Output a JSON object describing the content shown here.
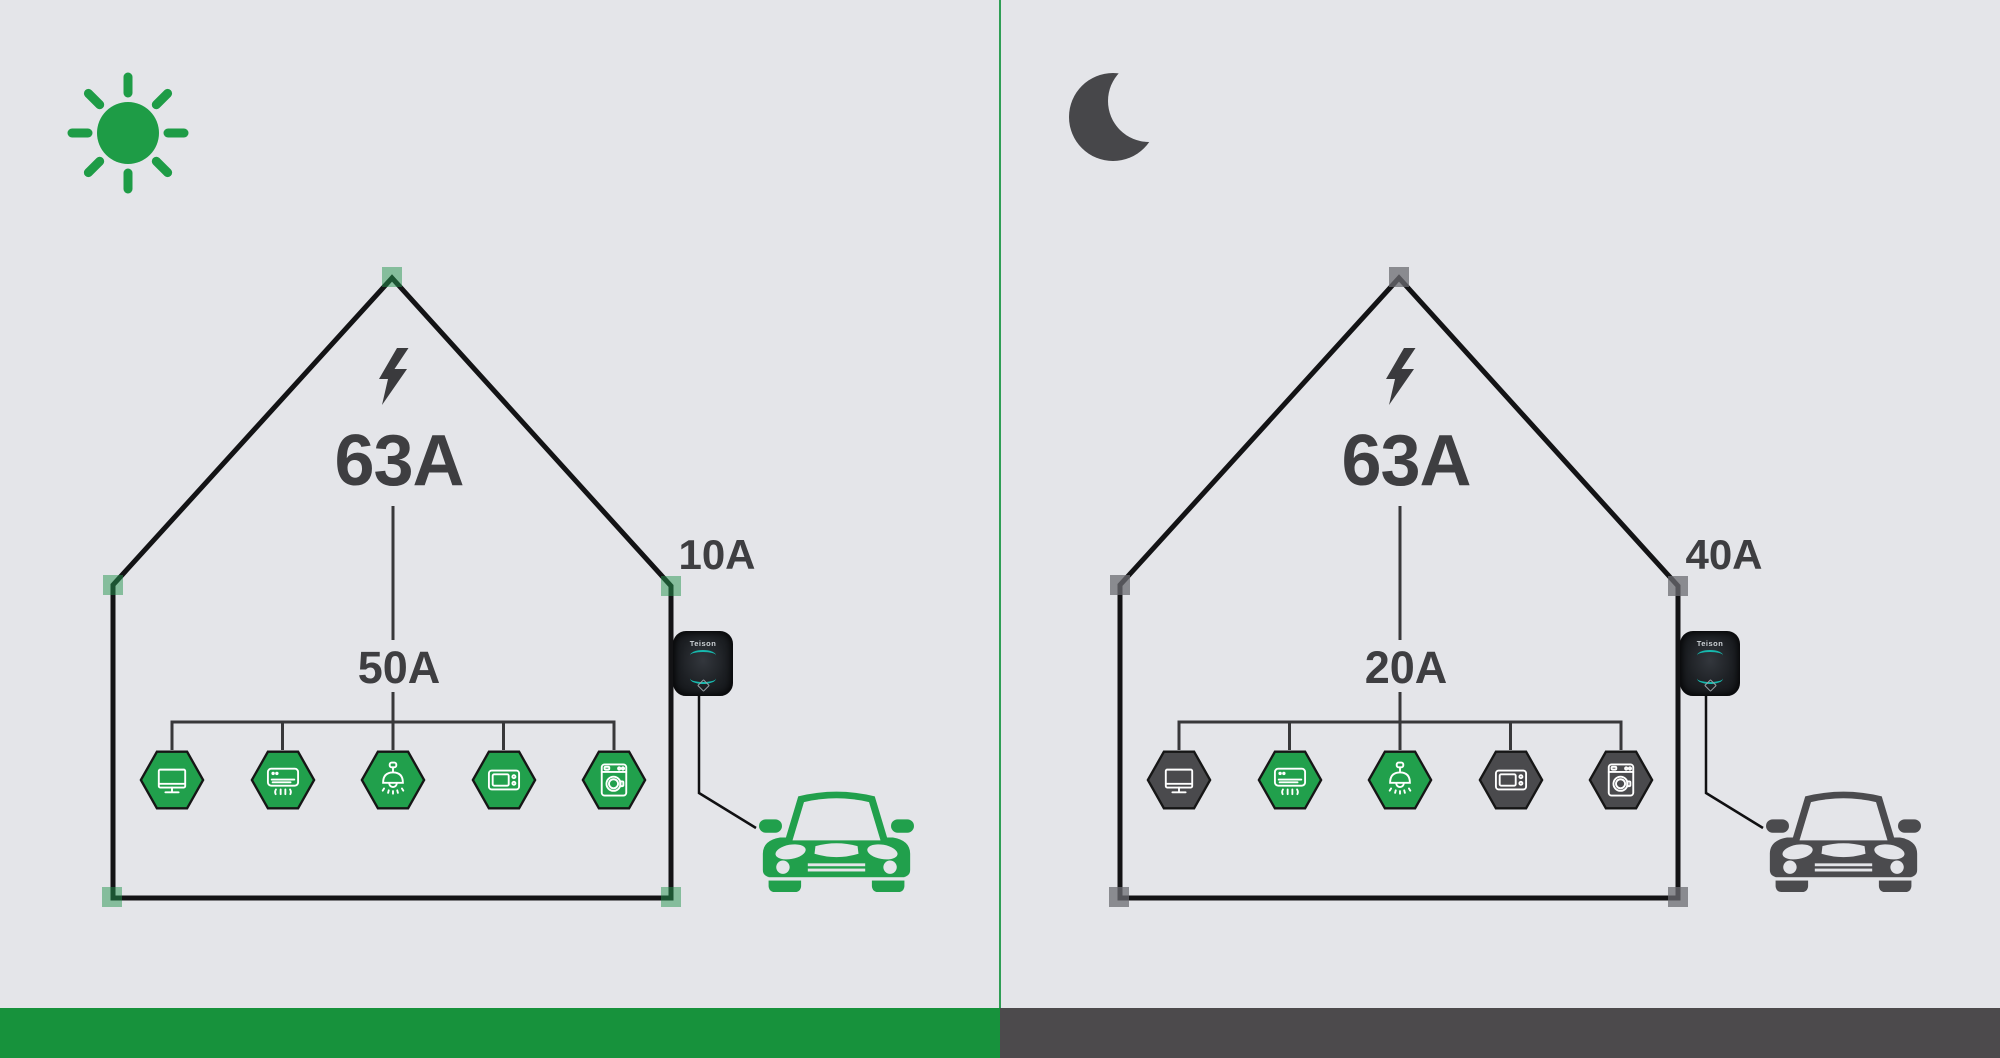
{
  "scene": {
    "colors": {
      "background": "#e4e5e9",
      "text": "#3e3e41",
      "line": "#131315",
      "wire": "#38383a",
      "divider": "#2f9e55"
    }
  },
  "panels": [
    {
      "id": "day",
      "sky_icon": "sun-icon",
      "sky_icon_color": "#1e9c46",
      "main_breaker": "63A",
      "household_circuit": "50A",
      "ev_circuit": "10A",
      "charger_brand": "Teison",
      "marker_color": "rgba(38,150,80,0.5)",
      "car_color": "#21a04c",
      "bar_color": "#17923c",
      "appliances": [
        {
          "name": "tv",
          "active": true,
          "color": "#21a04c"
        },
        {
          "name": "air-conditioner",
          "active": true,
          "color": "#21a04c"
        },
        {
          "name": "ceiling-light",
          "active": true,
          "color": "#21a04c"
        },
        {
          "name": "microwave",
          "active": true,
          "color": "#21a04c"
        },
        {
          "name": "washing-machine",
          "active": true,
          "color": "#21a04c"
        }
      ]
    },
    {
      "id": "night",
      "sky_icon": "moon-icon",
      "sky_icon_color": "#47474a",
      "main_breaker": "63A",
      "household_circuit": "20A",
      "ev_circuit": "40A",
      "charger_brand": "Teison",
      "marker_color": "rgba(108,108,114,0.75)",
      "car_color": "#4b4b4e",
      "bar_color": "#4c4a4c",
      "appliances": [
        {
          "name": "tv",
          "active": false,
          "color": "#4a4a4d"
        },
        {
          "name": "air-conditioner",
          "active": true,
          "color": "#21a04c"
        },
        {
          "name": "ceiling-light",
          "active": true,
          "color": "#21a04c"
        },
        {
          "name": "microwave",
          "active": false,
          "color": "#4a4a4d"
        },
        {
          "name": "washing-machine",
          "active": false,
          "color": "#4a4a4d"
        }
      ]
    }
  ]
}
